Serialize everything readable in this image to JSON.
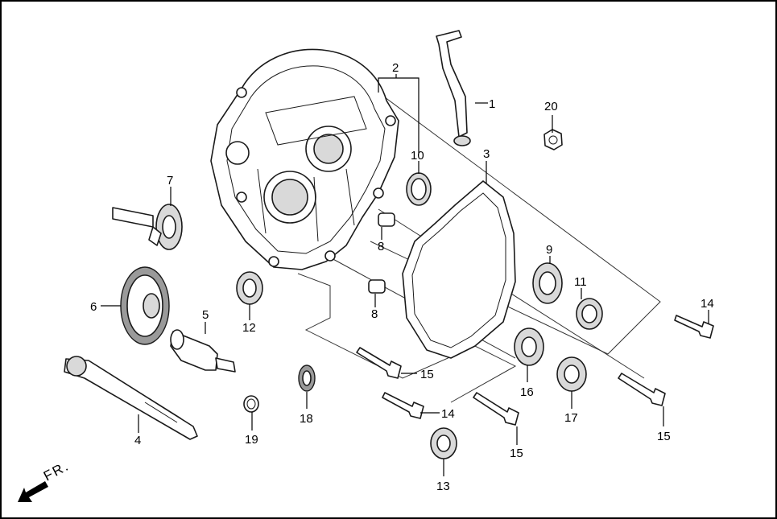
{
  "callouts": [
    {
      "id": "c1",
      "text": "1"
    },
    {
      "id": "c2",
      "text": "2"
    },
    {
      "id": "c3",
      "text": "3"
    },
    {
      "id": "c4",
      "text": "4"
    },
    {
      "id": "c5",
      "text": "5"
    },
    {
      "id": "c6",
      "text": "6"
    },
    {
      "id": "c7",
      "text": "7"
    },
    {
      "id": "c8a",
      "text": "8"
    },
    {
      "id": "c8b",
      "text": "8"
    },
    {
      "id": "c9",
      "text": "9"
    },
    {
      "id": "c10",
      "text": "10"
    },
    {
      "id": "c11",
      "text": "11"
    },
    {
      "id": "c12",
      "text": "12"
    },
    {
      "id": "c13",
      "text": "13"
    },
    {
      "id": "c14a",
      "text": "14"
    },
    {
      "id": "c14b",
      "text": "14"
    },
    {
      "id": "c15a",
      "text": "15"
    },
    {
      "id": "c15b",
      "text": "15"
    },
    {
      "id": "c15c",
      "text": "15"
    },
    {
      "id": "c16",
      "text": "16"
    },
    {
      "id": "c17",
      "text": "17"
    },
    {
      "id": "c18",
      "text": "18"
    },
    {
      "id": "c19",
      "text": "19"
    },
    {
      "id": "c20",
      "text": "20"
    }
  ],
  "direction_label": "FR."
}
